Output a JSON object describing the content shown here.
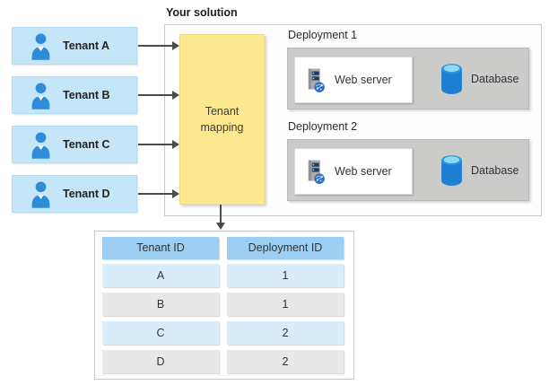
{
  "solution": {
    "title": "Your solution",
    "mapping_label": "Tenant mapping"
  },
  "tenants": [
    "Tenant A",
    "Tenant B",
    "Tenant C",
    "Tenant D"
  ],
  "deployments": [
    {
      "label": "Deployment 1",
      "web_server_label": "Web server",
      "database_label": "Database"
    },
    {
      "label": "Deployment 2",
      "web_server_label": "Web server",
      "database_label": "Database"
    }
  ],
  "mapping_table": {
    "headers": [
      "Tenant ID",
      "Deployment ID"
    ],
    "rows": [
      [
        "A",
        "1"
      ],
      [
        "B",
        "1"
      ],
      [
        "C",
        "2"
      ],
      [
        "D",
        "2"
      ]
    ]
  },
  "icons": {
    "tenant": "person-icon",
    "web_server": "server-globe-icon",
    "database": "database-cylinder-icon"
  },
  "colors": {
    "tenant_box": "#C5E6F8",
    "mapping_box": "#FBE88F",
    "deployment_box": "#CBCBC9",
    "table_header": "#9CCFF1",
    "table_row_blue": "#D9ECFA",
    "table_row_gray": "#E8E8E8",
    "arrow": "#4A4A4A",
    "person_blue": "#2F8CD8",
    "database_blue": "#1E7FD2"
  }
}
